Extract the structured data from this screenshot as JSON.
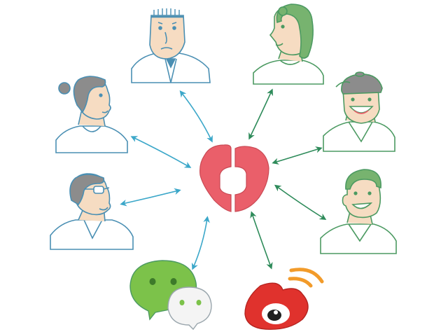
{
  "colors": {
    "blue_line": "#4a8fb3",
    "blue_arrow": "#3ba7c9",
    "green_line": "#4c9a62",
    "green_arrow": "#2e8b5a",
    "hub_red": "#ea5f6a",
    "skin": "#f6dcc2",
    "hair_gray": "#8c8c8c",
    "hair_green": "#77b36f",
    "wechat_green": "#7cc24a",
    "weibo_red": "#e0322d",
    "weibo_orange": "#f29b2a"
  },
  "hub": {
    "icon": "hub-logo-icon"
  },
  "people": [
    {
      "id": "top-man",
      "icon": "man-portrait-icon"
    },
    {
      "id": "left-woman",
      "icon": "woman-bun-portrait-icon"
    },
    {
      "id": "left-man",
      "icon": "man-glasses-portrait-icon"
    },
    {
      "id": "top-woman",
      "icon": "woman-portrait-icon"
    },
    {
      "id": "right-cap-man",
      "icon": "man-cap-portrait-icon"
    },
    {
      "id": "right-man",
      "icon": "man-smiling-portrait-icon"
    }
  ],
  "platforms": [
    {
      "id": "wechat",
      "icon": "wechat-icon"
    },
    {
      "id": "weibo",
      "icon": "weibo-icon"
    }
  ]
}
